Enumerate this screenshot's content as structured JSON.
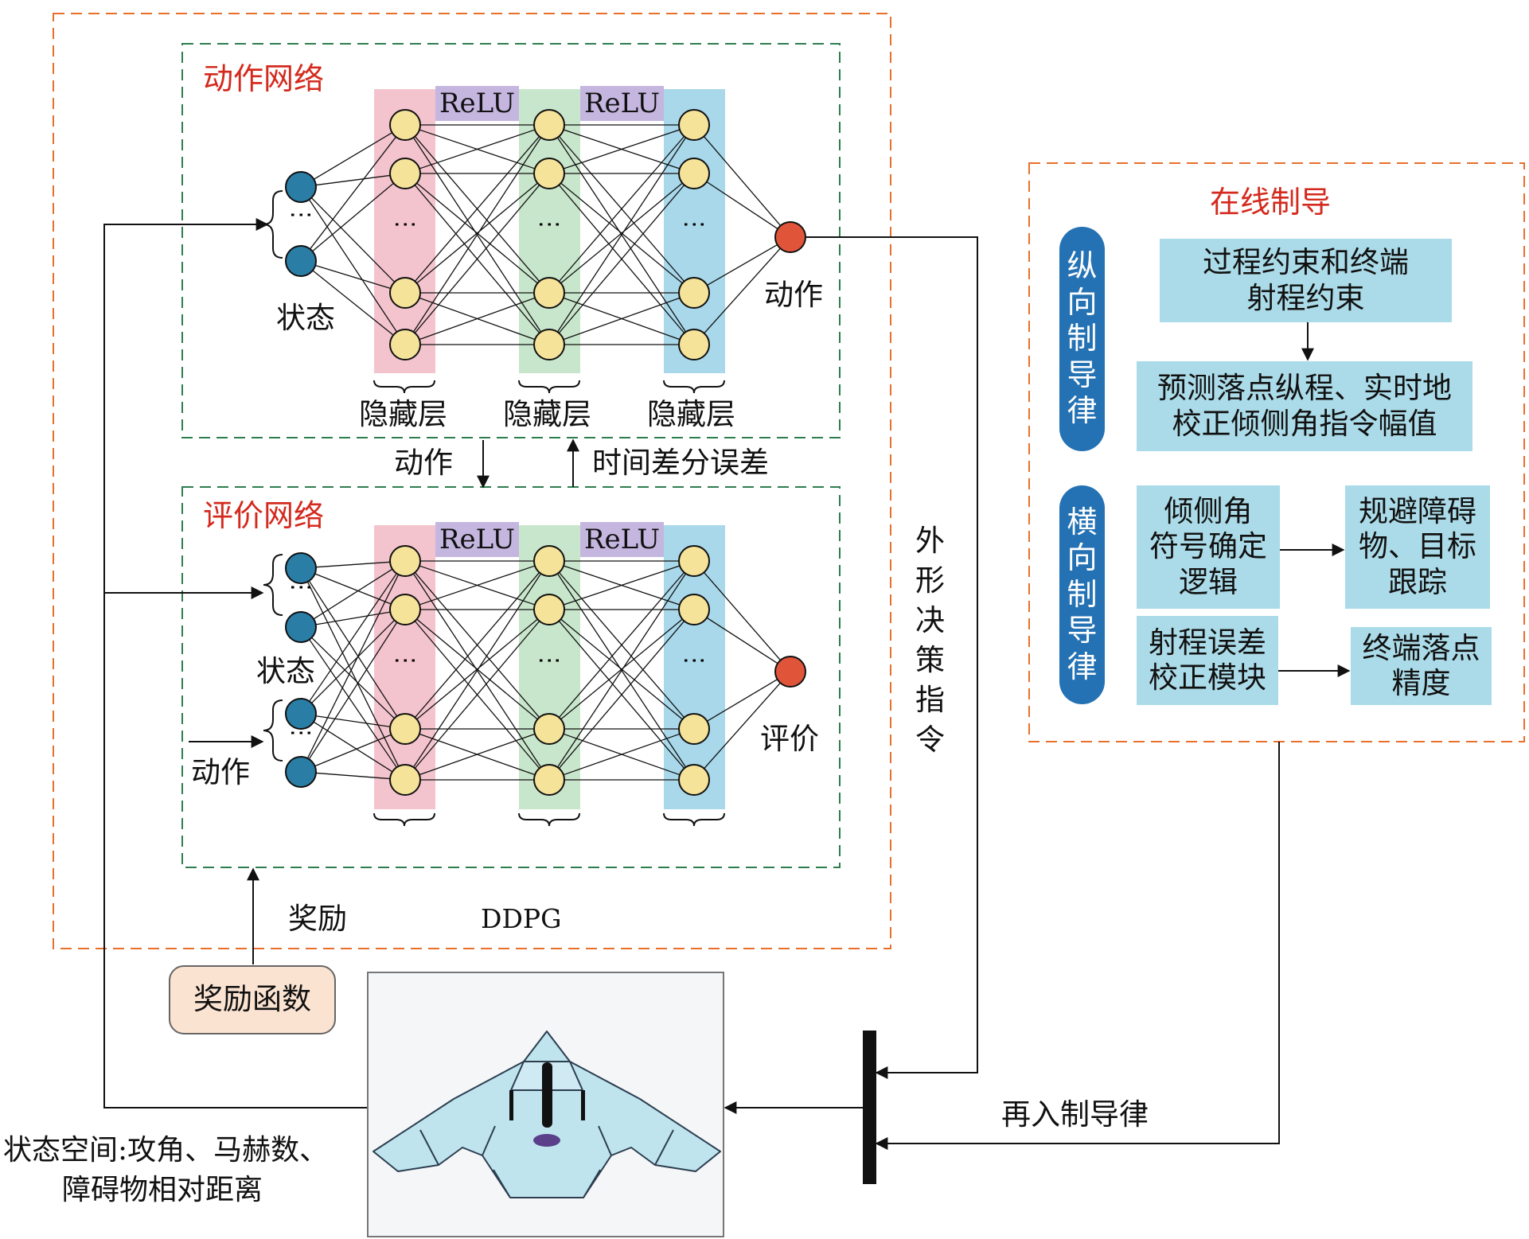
{
  "ddpg": {
    "label": "DDPG",
    "actor": {
      "title": "动作网络",
      "relu_labels": [
        "ReLU",
        "ReLU"
      ],
      "input_label": "状态",
      "hidden_labels": [
        "隐藏层",
        "隐藏层",
        "隐藏层"
      ],
      "output_label": "动作"
    },
    "critic": {
      "title": "评价网络",
      "relu_labels": [
        "ReLU",
        "ReLU"
      ],
      "state_label": "状态",
      "action_label": "动作",
      "output_label": "评价"
    },
    "link_action": "动作",
    "link_td_error": "时间差分误差",
    "reward_label": "奖励"
  },
  "reward_function": "奖励函数",
  "shape_command": [
    "外",
    "形",
    "决",
    "策",
    "指",
    "令"
  ],
  "reentry_guidance": "再入制导律",
  "state_space": [
    "状态空间:攻角、马赫数、",
    "障碍物相对距离"
  ],
  "online_guidance": {
    "title": "在线制导",
    "longitudinal": {
      "label": [
        "纵",
        "向",
        "制",
        "导",
        "律"
      ],
      "box1": [
        "过程约束和终端",
        "射程约束"
      ],
      "box2": [
        "预测落点纵程、实时地",
        "校正倾侧角指令幅值"
      ]
    },
    "lateral": {
      "label": [
        "横",
        "向",
        "制",
        "导",
        "律"
      ],
      "sign_logic": [
        "倾侧角",
        "符号确定",
        "逻辑"
      ],
      "avoid": [
        "规避障碍",
        "物、目标",
        "跟踪"
      ],
      "range_err": [
        "射程误差",
        "校正模块"
      ],
      "terminal": [
        "终端落点",
        "精度"
      ]
    }
  },
  "colors": {
    "dashed_orange": "#e8702a",
    "dashed_green": "#2e7d4f",
    "input_node": "#2a7ea6",
    "hidden_node": "#f6e39a",
    "output_node": "#e0553a",
    "band_pink": "#f4c4ce",
    "band_green": "#c8e6cb",
    "band_blue": "#a8d8ea",
    "relu_purple": "#c5b6e0",
    "cyan_box": "#abdbe8",
    "pill_blue": "#2472b4",
    "reward_box": "#fbe3d2",
    "aircraft": "#bfe4ee"
  }
}
